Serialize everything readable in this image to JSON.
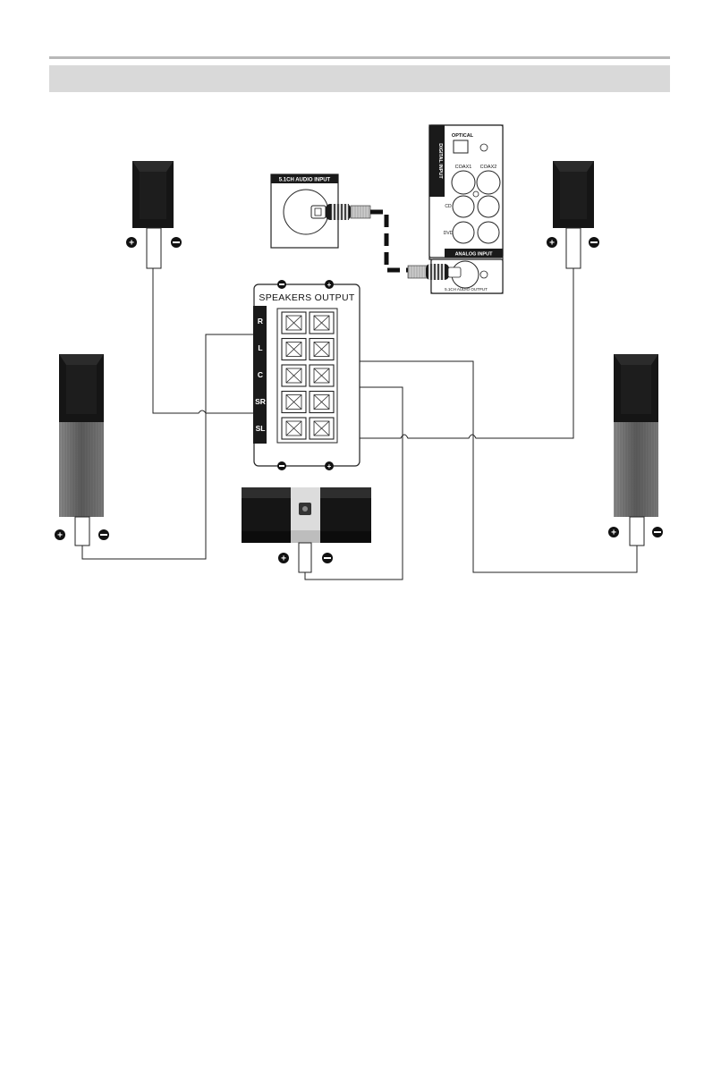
{
  "header": {
    "rule_color": "#b8b8b8",
    "band_color": "#d9d9d9"
  },
  "speakers_output": {
    "title": "SPEAKERS OUTPUT",
    "channels": [
      "R",
      "L",
      "C",
      "SR",
      "SL"
    ],
    "polarity_left": "−",
    "polarity_right": "+"
  },
  "input_panel": {
    "title": "5.1CH AUDIO INPUT"
  },
  "player_panel": {
    "optical": "OPTICAL",
    "digital_input": "DIGITAL INPUT",
    "coax1": "COAX1",
    "coax2": "COAX2",
    "cd": "CD",
    "dvd": "DVD",
    "analog_input": "ANALOG INPUT",
    "audio_output": "5.1CH AUDIO OUTPUT"
  },
  "speakers": [
    {
      "name": "front-left-speaker"
    },
    {
      "name": "front-right-speaker"
    },
    {
      "name": "surround-left-speaker"
    },
    {
      "name": "surround-right-speaker"
    },
    {
      "name": "center-speaker"
    }
  ],
  "colors": {
    "speaker_body": "#151515",
    "speaker_top": "#262626",
    "speaker_grille": "#6e6e6e",
    "wire": "#222222",
    "panel_dark": "#1a1a1a"
  }
}
